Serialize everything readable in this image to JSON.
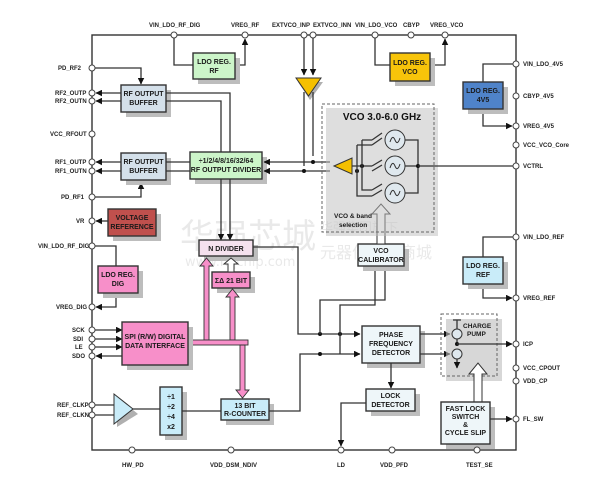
{
  "diagram": {
    "top_pins": [
      "VIN_LDO_RF_DIG",
      "VREG_RF",
      "EXTVCO_INP",
      "EXTVCO_INN",
      "VIN_LDO_VCO",
      "CBYP",
      "VREG_VCO"
    ],
    "left_pins": [
      "PD_RF2",
      "RF2_OUTP",
      "RF2_OUTN",
      "VCC_RFOUT",
      "RF1_OUTP",
      "RF1_OUTN",
      "PD_RF1",
      "VR",
      "VIN_LDO_RF_DIG",
      "VREG_DIG",
      "SCK",
      "SDI",
      "LE",
      "SDO",
      "REF_CLKP",
      "REF_CLKN"
    ],
    "right_pins": [
      "VIN_LDO_4V5",
      "CBYP_4V5",
      "VREG_4V5",
      "VCC_VCO_Core",
      "VCTRL",
      "VIN_LDO_REF",
      "VREG_REF",
      "ICP",
      "VCC_CPOUT",
      "VDD_CP",
      "FL_SW"
    ],
    "bottom_pins": [
      "HW_PD",
      "VDD_DSM_NDIV",
      "LD",
      "VDD_PFD",
      "TEST_SE"
    ],
    "blocks": {
      "ldo_rf": [
        "LDO REG.",
        "RF"
      ],
      "ldo_vco": [
        "LDO REG.",
        "VCO"
      ],
      "ldo_4v5": [
        "LDO REG.",
        "4V5"
      ],
      "rf_buf2": [
        "RF OUTPUT",
        "BUFFER"
      ],
      "rf_buf1": [
        "RF OUTPUT",
        "BUFFER"
      ],
      "rf_div": [
        "÷1/2/4/8/16/32/64",
        "RF OUTPUT DIVIDER"
      ],
      "vref": [
        "VOLTAGE",
        "REFERENCE"
      ],
      "ldo_dig": [
        "LDO REG.",
        "DIG"
      ],
      "n_div": [
        "N DIVIDER"
      ],
      "sigma_delta": [
        "ΣΔ 21 BIT"
      ],
      "vco_cal": [
        "VCO",
        "CALIBRATOR"
      ],
      "ldo_ref": [
        "LDO REG.",
        "REF"
      ],
      "spi": [
        "SPI (R/W) DIGITAL",
        "DATA INTERFACE"
      ],
      "pfd": [
        "PHASE",
        "FREQUENCY",
        "DETECTOR"
      ],
      "charge_pump": [
        "CHARGE",
        "PUMP"
      ],
      "ref_div": [
        "÷1",
        "÷2",
        "÷4",
        "x2"
      ],
      "r_counter": [
        "13 BIT",
        "R-COUNTER"
      ],
      "lock_det": [
        "LOCK",
        "DETECTOR"
      ],
      "fast_lock": [
        "FAST LOCK",
        "SWITCH",
        "&",
        "CYCLE SLIP"
      ]
    },
    "vco_title": "VCO 3.0-6.0 GHz",
    "vco_band_label": [
      "VCO & band",
      "selection"
    ],
    "watermark": {
      "main": "华强芯城",
      "url": "www.hqchip.com",
      "sub1": "华强集团旗下",
      "sub2": "元器件在线商城"
    },
    "colors": {
      "ldo_green": "#ccf5c9",
      "ldo_yellow": "#f7c40a",
      "ldo_blue": "#4f83c9",
      "buffer_grey": "#d4e0ea",
      "vref_red": "#c0504d",
      "pink": "#f78fc9",
      "pink_light": "#f5e1ee",
      "light_blue": "#c9ecf9",
      "pale": "#eef6f9",
      "amp_yellow": "#f5c000",
      "vco_circle": "#dfe8ee"
    }
  }
}
